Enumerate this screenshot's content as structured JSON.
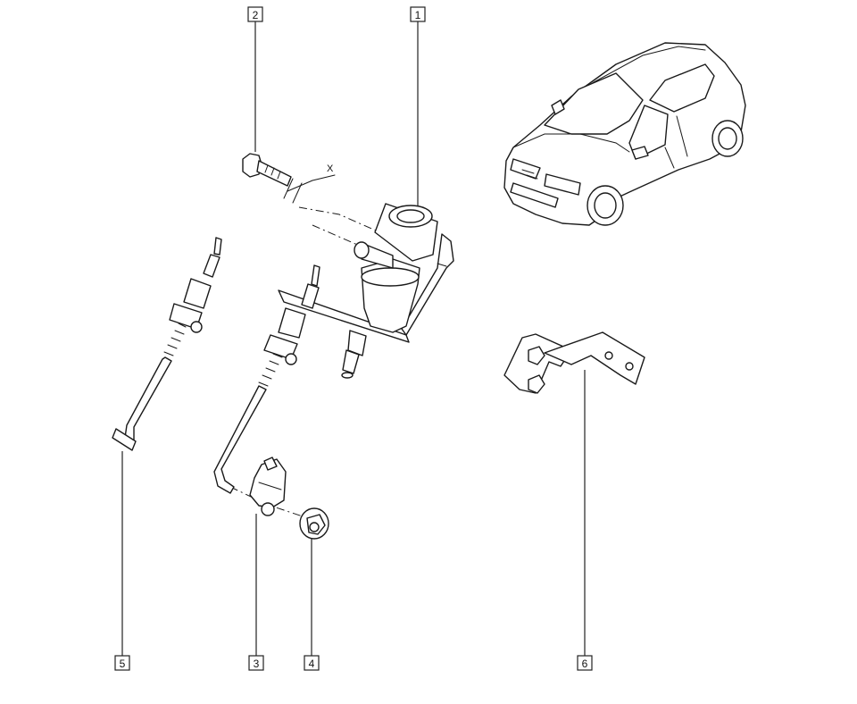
{
  "callouts": {
    "c1": "1",
    "c2": "2",
    "c3": "3",
    "c4": "4",
    "c5": "5",
    "c6": "6"
  },
  "dimension_label": "X",
  "colors": {
    "line": "#1a1a1a",
    "background": "#ffffff"
  }
}
